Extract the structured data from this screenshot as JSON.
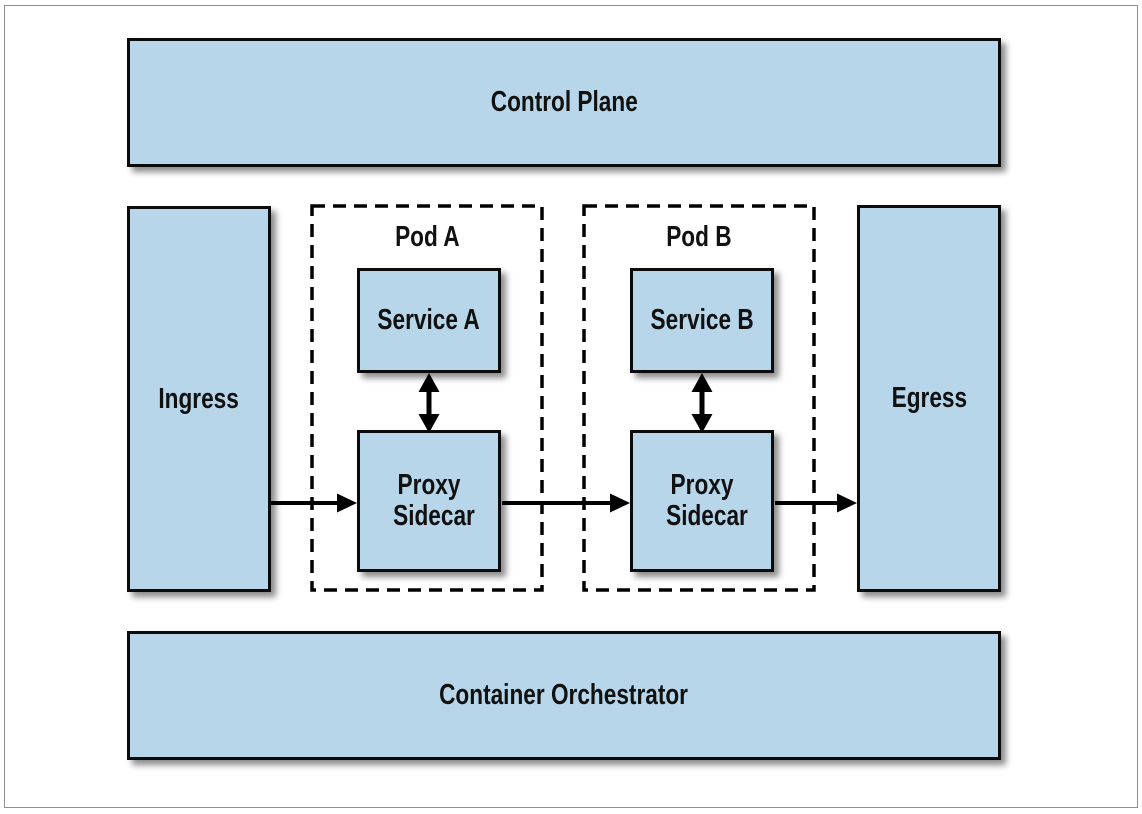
{
  "diagram": {
    "type": "architecture-diagram",
    "background": "#ffffff"
  },
  "nodes": {
    "control_plane": {
      "label": "Control Plane"
    },
    "ingress": {
      "label": "Ingress"
    },
    "egress": {
      "label": "Egress"
    },
    "container_orchestrator": {
      "label": "Container Orchestrator"
    },
    "pod_a": {
      "label": "Pod A",
      "service": {
        "label": "Service A"
      },
      "proxy": {
        "label": "Proxy Sidecar"
      }
    },
    "pod_b": {
      "label": "Pod B",
      "service": {
        "label": "Service B"
      },
      "proxy": {
        "label": "Proxy Sidecar"
      }
    }
  },
  "edges": [
    {
      "from": "Ingress",
      "to": "Proxy Sidecar (Pod A)",
      "type": "arrow-right"
    },
    {
      "from": "Proxy Sidecar (Pod A)",
      "to": "Proxy Sidecar (Pod B)",
      "type": "arrow-right"
    },
    {
      "from": "Proxy Sidecar (Pod B)",
      "to": "Egress",
      "type": "arrow-right"
    },
    {
      "from": "Service A",
      "to": "Proxy Sidecar (Pod A)",
      "type": "double-arrow-vertical"
    },
    {
      "from": "Service B",
      "to": "Proxy Sidecar (Pod B)",
      "type": "double-arrow-vertical"
    }
  ],
  "colors": {
    "node_fill": "#b7d6ea",
    "node_border": "#0b0b0b",
    "pod_dashed_border": "#000000",
    "arrow": "#000000",
    "frame_border": "#8f8f8f",
    "text": "#111111",
    "background": "#ffffff"
  }
}
